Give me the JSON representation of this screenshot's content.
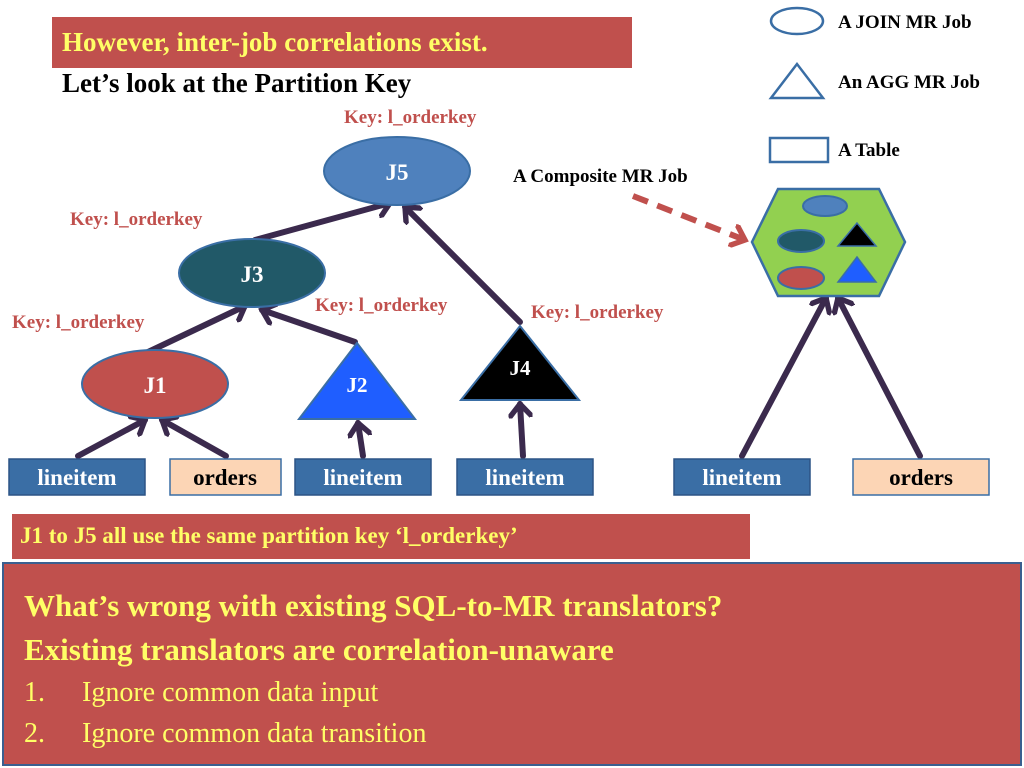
{
  "slide": {
    "banner_top": "However, inter-job correlations exist.",
    "subtitle": "Let’s look at the Partition Key",
    "banner_mid": "J1 to J5 all use the same partition key ‘l_orderkey’",
    "bottom": {
      "line1": "What’s wrong with existing SQL-to-MR translators?",
      "line2": "Existing translators are correlation-unaware",
      "items": [
        {
          "num": "1.",
          "text": "Ignore common data input"
        },
        {
          "num": "2.",
          "text": "Ignore common data transition"
        }
      ]
    }
  },
  "legend": {
    "join": "A JOIN MR Job",
    "agg": "An AGG MR Job",
    "table": "A Table"
  },
  "composite_label": "A Composite MR Job",
  "jobs": {
    "j5": "J5",
    "j3": "J3",
    "j1": "J1",
    "j2": "J2",
    "j4": "J4"
  },
  "keys": {
    "j5": "Key: l_orderkey",
    "j3": "Key: l_orderkey",
    "j1": "Key: l_orderkey",
    "j2": "Key: l_orderkey",
    "j4": "Key: l_orderkey"
  },
  "tables": {
    "t1": "lineitem",
    "t2": "orders",
    "t3": "lineitem",
    "t4": "lineitem",
    "t5": "lineitem",
    "t6": "orders"
  },
  "colors": {
    "banner": "#c0504d",
    "banner_text": "#ffff66",
    "key_text": "#c0504d",
    "join_blue": "#4f81bd",
    "join_teal": "#215968",
    "join_red": "#c0504d",
    "agg_blue": "#1f5eff",
    "agg_black": "#000000",
    "table_blue": "#3a6ea5",
    "table_peach": "#fcd5b5",
    "arrow": "#3b2a4d",
    "composite_green": "#92d050"
  }
}
